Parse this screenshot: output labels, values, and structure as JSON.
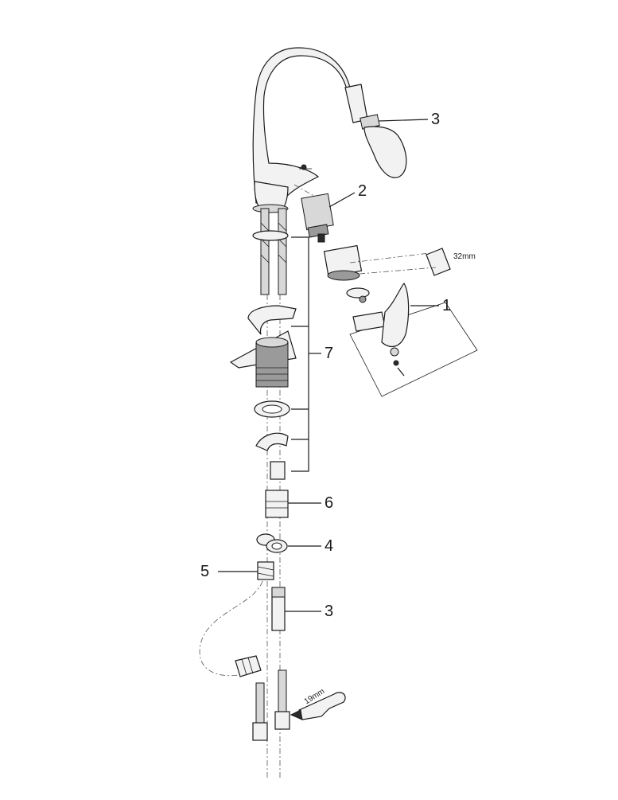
{
  "callouts": {
    "spray_head": "3",
    "cartridge": "2",
    "lever_handle": "1",
    "mounting_set": "7",
    "connector": "6",
    "washer_set": "4",
    "spring": "5",
    "hose_sleeve": "3"
  },
  "dimensions": {
    "cartridge_wrench": "32mm",
    "hose_wrench": "19mm"
  }
}
